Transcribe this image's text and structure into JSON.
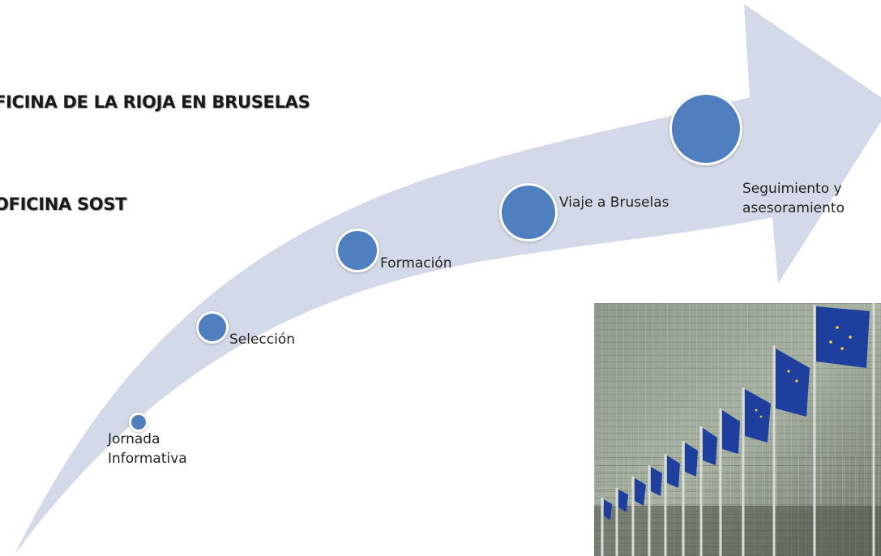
{
  "headings": {
    "line1": "FICINA DE LA RIOJA EN BRUSELAS",
    "line2": "OFICINA SOST"
  },
  "steps": [
    {
      "label": "Jornada\nInformativa"
    },
    {
      "label": "Selección"
    },
    {
      "label": "Formación"
    },
    {
      "label": "Viaje a Bruselas"
    },
    {
      "label": "Seguimiento y\nasesoramiento"
    }
  ],
  "colors": {
    "arrow": "#d3d9e8",
    "circle": "#4f7fbe",
    "circle_border": "#ffffff",
    "text": "#222222"
  },
  "photo": {
    "subject": "building-with-eu-flags"
  }
}
